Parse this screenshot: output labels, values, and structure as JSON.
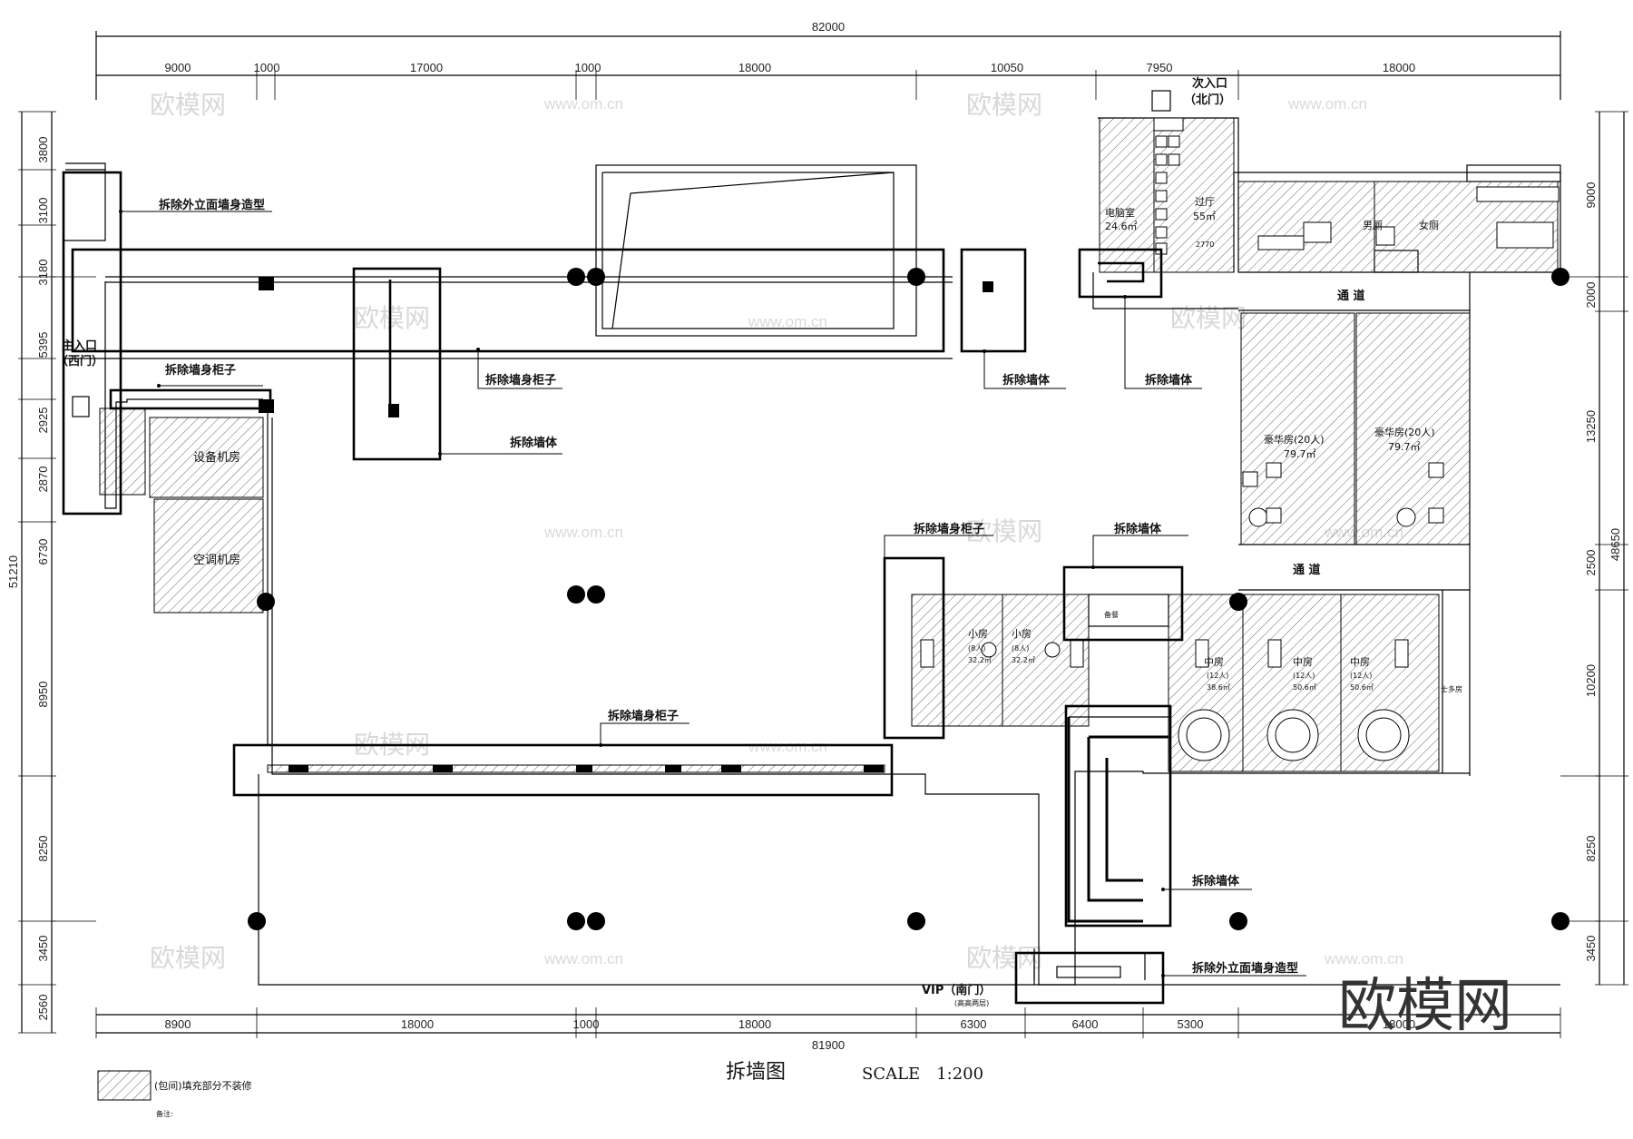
{
  "dims": {
    "top_total": "82000",
    "top": [
      "9000",
      "1000",
      "17000",
      "1000",
      "18000",
      "10050",
      "7950",
      "18000"
    ],
    "bottom": [
      "8900",
      "18000",
      "1000",
      "18000",
      "6300",
      "6400",
      "5300",
      "18000"
    ],
    "bottom_total": "81900",
    "left_total": "51210",
    "left": [
      "3800",
      "3100",
      "3180",
      "5395",
      "2925",
      "2870",
      "6730",
      "8950",
      "8250",
      "3450",
      "2560"
    ],
    "right": [
      "9000",
      "2000",
      "13250",
      "2500",
      "10200",
      "8250",
      "3450"
    ],
    "right_total": "48650"
  },
  "entrances": {
    "west_title": "主入口",
    "west_sub": "（西门）",
    "north_title": "次入口",
    "north_sub": "（北门）",
    "south": "VIP（南门）",
    "south_sub": "(高高两层)"
  },
  "callouts": {
    "facade_west": "拆除外立面墙身造型",
    "pillar_west": "拆除墙身柜子",
    "pillar_center": "拆除墙身柜子",
    "wall_center": "拆除墙体",
    "wall_mid": "拆除墙体",
    "wall_right": "拆除墙体",
    "pillar_south_room": "拆除墙身柜子",
    "wall_rooms": "拆除墙体",
    "pillar_bottom": "拆除墙身柜子",
    "wall_corridor": "拆除墙体",
    "facade_south": "拆除外立面墙身造型"
  },
  "rooms": {
    "equipment": "设备机房",
    "aircon": "空调机房",
    "computer": "电脑室",
    "computer_area": "24.6㎡",
    "hall": "过厅",
    "hall_area": "55㎡",
    "male_wc": "男厕",
    "female_wc": "女厕",
    "corridor1": "通 道",
    "corridor2": "通 道",
    "lux1": "豪华房(20人)",
    "lux1_area": "79.7㎡",
    "lux2": "豪华房(20人)",
    "lux2_area": "79.7㎡",
    "small1": "小房",
    "small1_cap": "(8人)",
    "small1_area": "32.2㎡",
    "small2": "小房",
    "small2_cap": "(8人)",
    "small2_area": "32.2㎡",
    "mid1": "中房",
    "mid1_cap": "(12人)",
    "mid1_area": "38.6㎡",
    "mid2": "中房",
    "mid2_cap": "(12人)",
    "mid2_area": "50.6㎡",
    "mid3": "中房",
    "mid3_cap": "(12人)",
    "mid3_area": "50.6㎡",
    "multi": "士多房",
    "pantry": "备餐",
    "dim_2770": "2770"
  },
  "footer": {
    "title": "拆墙图",
    "scale": "SCALE　1:200",
    "legend": "(包间)填充部分不装修",
    "note": "备注:",
    "brand": "欧模网"
  },
  "watermark": {
    "cn": "欧模网",
    "url": "www.om.cn"
  }
}
